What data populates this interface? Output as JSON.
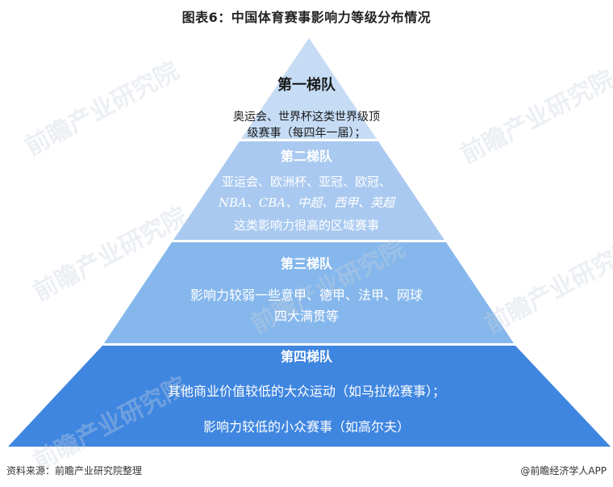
{
  "title": "图表6：中国体育赛事影响力等级分布情况",
  "colors": {
    "tier1": "#C6DCF5",
    "tier2": "#A9C9F0",
    "tier3": "#85B7EC",
    "tier4": "#3F86E0",
    "divider": "#FFFFFF"
  },
  "tiers": [
    {
      "name": "第一梯队",
      "lines": [
        "奥运会、世界杯这类世界级顶",
        "级赛事（每四年一届）；"
      ]
    },
    {
      "name": "第二梯队",
      "lines": [
        "亚运会、欧洲杯、亚冠、欧冠、",
        "NBA、CBA、中超、西甲、英超",
        "这类影响力很高的区域赛事"
      ]
    },
    {
      "name": "第三梯队",
      "lines": [
        "影响力较弱一些意甲、德甲、法甲、网球",
        "四大满贯等"
      ]
    },
    {
      "name": "第四梯队",
      "lines": [
        "其他商业价值较低的大众运动（如马拉松赛事）；",
        "影响力较低的小众赛事（如高尔夫）"
      ]
    }
  ],
  "watermark": "前瞻产业研究院",
  "footer": {
    "source": "资料来源：前瞻产业研究院整理",
    "credit": "@前瞻经济学人APP"
  }
}
